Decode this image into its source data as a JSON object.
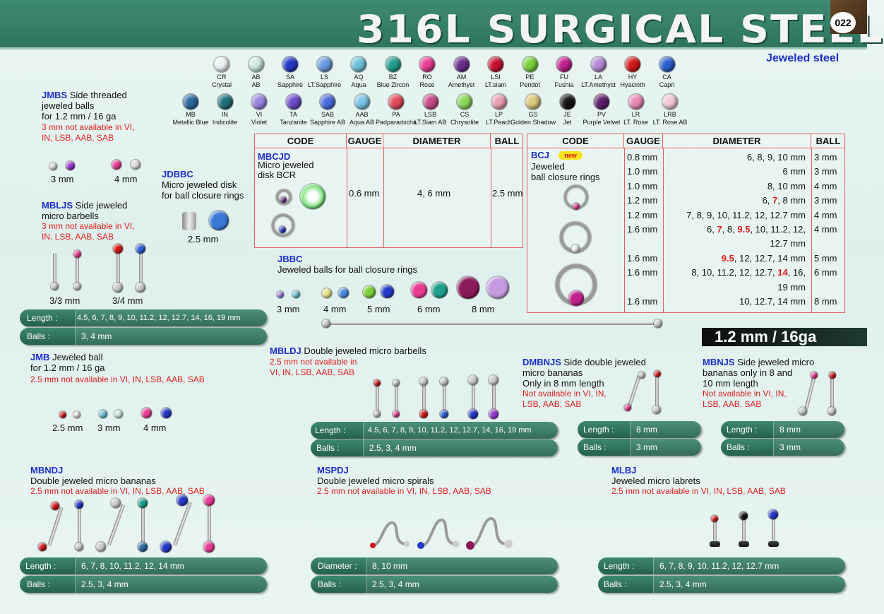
{
  "header": {
    "title": "316L SURGICAL STEEL",
    "page_number": "022",
    "subtitle": "Jeweled steel"
  },
  "colors": {
    "header_green": "#2e7560",
    "code_blue": "#1b2fc8",
    "note_red": "#e01e1e",
    "pill_green": "#2f7460"
  },
  "swatches_row1": [
    {
      "code": "CR",
      "name": "Crystal",
      "color": "#eef2f4"
    },
    {
      "code": "AB",
      "name": "AB",
      "color": "#cfe8e0"
    },
    {
      "code": "SA",
      "name": "Sapphire",
      "color": "#2438c8"
    },
    {
      "code": "LS",
      "name": "LT.Sapphire",
      "color": "#6a9ae0"
    },
    {
      "code": "AQ",
      "name": "Aqua",
      "color": "#6cc4d8"
    },
    {
      "code": "BZ",
      "name": "Blue Zircon",
      "color": "#1f9e8c"
    },
    {
      "code": "RO",
      "name": "Rose",
      "color": "#e83c94"
    },
    {
      "code": "AM",
      "name": "Amethyst",
      "color": "#6a2d8c"
    },
    {
      "code": "LSI",
      "name": "LT.siam",
      "color": "#c8102e"
    },
    {
      "code": "PE",
      "name": "Peridot",
      "color": "#7ad23a"
    },
    {
      "code": "FU",
      "name": "Fushia",
      "color": "#c0208a"
    },
    {
      "code": "LA",
      "name": "LT.Amethyst",
      "color": "#b58ad6"
    },
    {
      "code": "HY",
      "name": "Hyacinth",
      "color": "#d41818"
    },
    {
      "code": "CA",
      "name": "Capri",
      "color": "#2a5ed0"
    }
  ],
  "swatches_row2": [
    {
      "code": "MB",
      "name": "Metallic Blue",
      "color": "#2a6aa0"
    },
    {
      "code": "IN",
      "name": "Indicolite",
      "color": "#1e6e78"
    },
    {
      "code": "VI",
      "name": "Violet",
      "color": "#9a86e0"
    },
    {
      "code": "TA",
      "name": "Tanzanite",
      "color": "#6a4ac8"
    },
    {
      "code": "SAB",
      "name": "Sapphire AB",
      "color": "#4a6ce0"
    },
    {
      "code": "AAB",
      "name": "Aqua AB",
      "color": "#7ac4e8"
    },
    {
      "code": "PA",
      "name": "Padparadscha",
      "color": "#e04a5a"
    },
    {
      "code": "LSB",
      "name": "LT.Siam AB",
      "color": "#c84a8a"
    },
    {
      "code": "CS",
      "name": "Chrysolite",
      "color": "#8ad65a"
    },
    {
      "code": "LP",
      "name": "LT.Peach",
      "color": "#e8a0b0"
    },
    {
      "code": "GS",
      "name": "Golden Shadow",
      "color": "#d8c87a"
    },
    {
      "code": "JE",
      "name": "Jet",
      "color": "#141414"
    },
    {
      "code": "PV",
      "name": "Purple Velvet",
      "color": "#5a1e6a"
    },
    {
      "code": "LR",
      "name": "LT. Rose",
      "color": "#e88ab8"
    },
    {
      "code": "LRB",
      "name": "LT. Rose AB",
      "color": "#f0c8d8"
    }
  ],
  "jmbs": {
    "code": "JMBS",
    "desc1": "Side threaded",
    "desc2": "jeweled balls",
    "desc3": "for 1.2 mm / 16 ga",
    "note1": "3 mm not available in VI,",
    "note2": "IN, LSB, AAB, SAB",
    "size1": "3 mm",
    "size2": "4 mm"
  },
  "jdbbc": {
    "code": "JDBBC",
    "desc1": "Micro jeweled disk",
    "desc2": "for ball closure rings",
    "size": "2.5 mm"
  },
  "mbljs": {
    "code": "MBLJS",
    "desc1": "Side jeweled",
    "desc2": "micro barbells",
    "note1": "3 mm not available in VI,",
    "note2": "IN, LSB, AAB, SAB",
    "size1": "3/3 mm",
    "size2": "3/4 mm"
  },
  "table1": {
    "headers": [
      "CODE",
      "GAUGE",
      "DIAMETER",
      "BALL"
    ],
    "code": "MBCJD",
    "desc1": "Micro jeweled",
    "desc2": "disk BCR",
    "gauge": "0.6 mm",
    "diameter": "4, 6 mm",
    "ball": "2.5 mm"
  },
  "table2": {
    "headers": [
      "CODE",
      "GAUGE",
      "DIAMETER",
      "BALL"
    ],
    "code": "BCJ",
    "badge": "new",
    "desc1": "Jeweled",
    "desc2": "ball closure rings",
    "rows": [
      {
        "gauge": "0.8 mm",
        "d_pre": "6, 8, 9, 10 mm",
        "d_red": "",
        "d_post": "",
        "ball": "3 mm"
      },
      {
        "gauge": "1.0 mm",
        "d_pre": "6 mm",
        "d_red": "",
        "d_post": "",
        "ball": "3 mm"
      },
      {
        "gauge": "1.0 mm",
        "d_pre": "8, 10 mm",
        "d_red": "",
        "d_post": "",
        "ball": "4 mm"
      },
      {
        "gauge": "1.2 mm",
        "d_pre": "6, ",
        "d_red": "7",
        "d_post": ", 8 mm",
        "ball": "3 mm"
      },
      {
        "gauge": "1.2 mm",
        "d_pre": "7, 8, 9, 10, 11.2, 12, 12.7 mm",
        "d_red": "",
        "d_post": "",
        "ball": "4 mm"
      },
      {
        "gauge": "1.6 mm",
        "d_pre": "6, ",
        "d_red": "7",
        "d_mid": ", 8, ",
        "d_red2": "9.5",
        "d_post": ", 10, 11.2, 12,",
        "ball": "4 mm"
      },
      {
        "gauge": "",
        "d_pre": "12.7 mm",
        "d_red": "",
        "d_post": "",
        "ball": ""
      },
      {
        "gauge": "1.6 mm",
        "d_pre": "",
        "d_red": "9.5",
        "d_post": ", 12, 12.7, 14 mm",
        "ball": "5 mm"
      },
      {
        "gauge": "1.6 mm",
        "d_pre": "8, 10, 11.2, 12, 12.7, ",
        "d_red": "14",
        "d_post": ", 16,",
        "ball": "6 mm"
      },
      {
        "gauge": "",
        "d_pre": "19 mm",
        "d_red": "",
        "d_post": "",
        "ball": ""
      },
      {
        "gauge": "1.6 mm",
        "d_pre": "10, 12.7, 14 mm",
        "d_red": "",
        "d_post": "",
        "ball": "8 mm"
      }
    ]
  },
  "jbbc": {
    "code": "JBBC",
    "desc": "Jeweled balls for ball closure rings",
    "sizes": [
      "3 mm",
      "4 mm",
      "5 mm",
      "6 mm",
      "8 mm"
    ]
  },
  "gauge_banner": "1.2 mm / 16ga",
  "pill_mbljs": {
    "length_label": "Length :",
    "length": "4.5, 6, 7, 8, 9, 10, 11.2, 12, 12.7, 14, 16, 19 mm",
    "balls_label": "Balls :",
    "balls": "3, 4 mm"
  },
  "jmb": {
    "code": "JMB",
    "desc1": "Jeweled ball",
    "desc2": "for 1.2 mm / 16 ga",
    "note": "2.5 mm not available in VI, IN, LSB, AAB, SAB",
    "sizes": [
      "2.5 mm",
      "3 mm",
      "4 mm"
    ]
  },
  "mbldj": {
    "code": "MBLDJ",
    "desc": "Double jeweled micro barbells",
    "note1": "2.5 mm not available in",
    "note2": "VI, IN, LSB, AAB, SAB",
    "length_label": "Length :",
    "length": "4.5, 6, 7, 8, 9, 10, 11.2, 12, 12.7, 14, 16, 19 mm",
    "balls_label": "Balls :",
    "balls": "2.5, 3, 4 mm"
  },
  "dmbnjs": {
    "code": "DMBNJS",
    "desc1": "Side double jeweled",
    "desc2": "micro bananas",
    "desc3": "Only in 8 mm length",
    "note1": "Not available in VI, IN,",
    "note2": "LSB, AAB, SAB",
    "length_label": "Length :",
    "length": "8 mm",
    "balls_label": "Balls :",
    "balls": "3 mm"
  },
  "mbnjs": {
    "code": "MBNJS",
    "desc1": "Side jeweled micro",
    "desc2": "bananas only in 8 and",
    "desc3": "10 mm length",
    "note1": "Not available in VI, IN,",
    "note2": "LSB, AAB, SAB",
    "length_label": "Length :",
    "length": "8 mm",
    "balls_label": "Balls :",
    "balls": "3 mm"
  },
  "mbndj": {
    "code": "MBNDJ",
    "desc": "Double jeweled micro bananas",
    "note": "2.5 mm not available in VI, IN, LSB, AAB, SAB",
    "length_label": "Length :",
    "length": "6, 7, 8, 10, 11.2, 12, 14 mm",
    "balls_label": "Balls :",
    "balls": "2.5, 3, 4 mm"
  },
  "mspdj": {
    "code": "MSPDJ",
    "desc": "Double jeweled micro spirals",
    "note": "2.5 mm not available in VI, IN, LSB, AAB, SAB",
    "diameter_label": "Diameter :",
    "diameter": "8, 10 mm",
    "balls_label": "Balls :",
    "balls": "2.5, 3, 4 mm"
  },
  "mlbj": {
    "code": "MLBJ",
    "desc": "Jeweled micro labrets",
    "note": "2.5 mm not available in VI, IN, LSB, AAB, SAB",
    "length_label": "Length :",
    "length": "6, 7, 8, 9, 10, 11.2, 12, 12.7 mm",
    "balls_label": "Balls :",
    "balls": "2.5, 3, 4 mm"
  }
}
